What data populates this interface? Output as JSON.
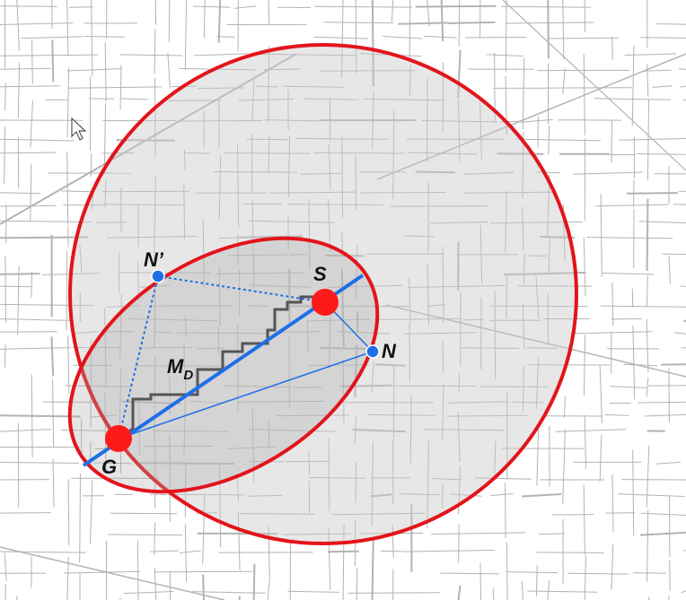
{
  "diagram": {
    "labels": {
      "start": "S",
      "goal": "G",
      "node": "N",
      "node_prime": "N’",
      "metric_main": "M",
      "metric_sub": "D"
    },
    "colors": {
      "ellipse_stroke": "#e3141b",
      "region_fill": "#c9c9c9",
      "path_line": "#1e6fe6",
      "endpoint": "#ff1a1a",
      "node_point": "#1e6fe6",
      "route": "#555555",
      "road": "#b3b3b3"
    },
    "icons": [
      "mouse-cursor-icon"
    ]
  }
}
